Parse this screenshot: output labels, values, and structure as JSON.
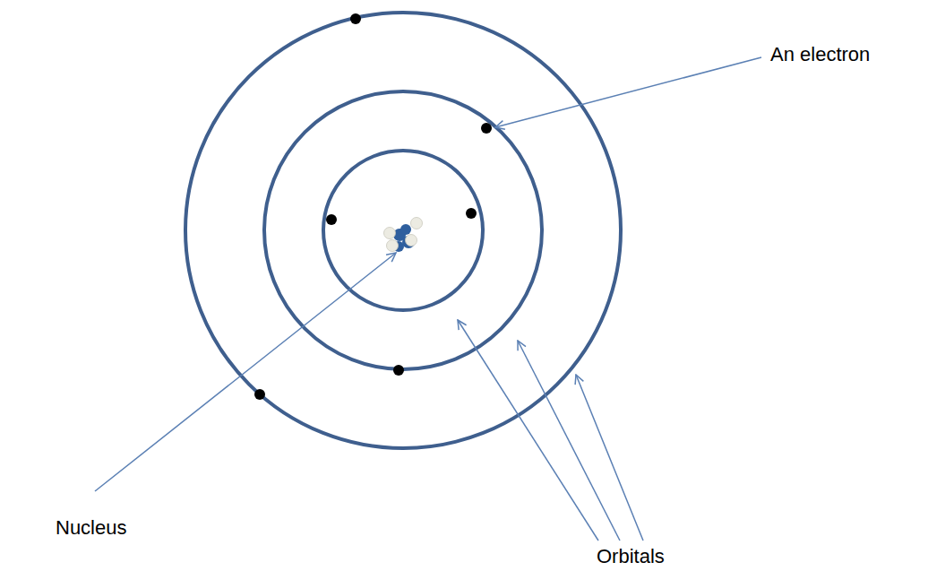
{
  "diagram": {
    "labels": [
      "An electron",
      "Nucleus",
      "Orbitals"
    ]
  }
}
